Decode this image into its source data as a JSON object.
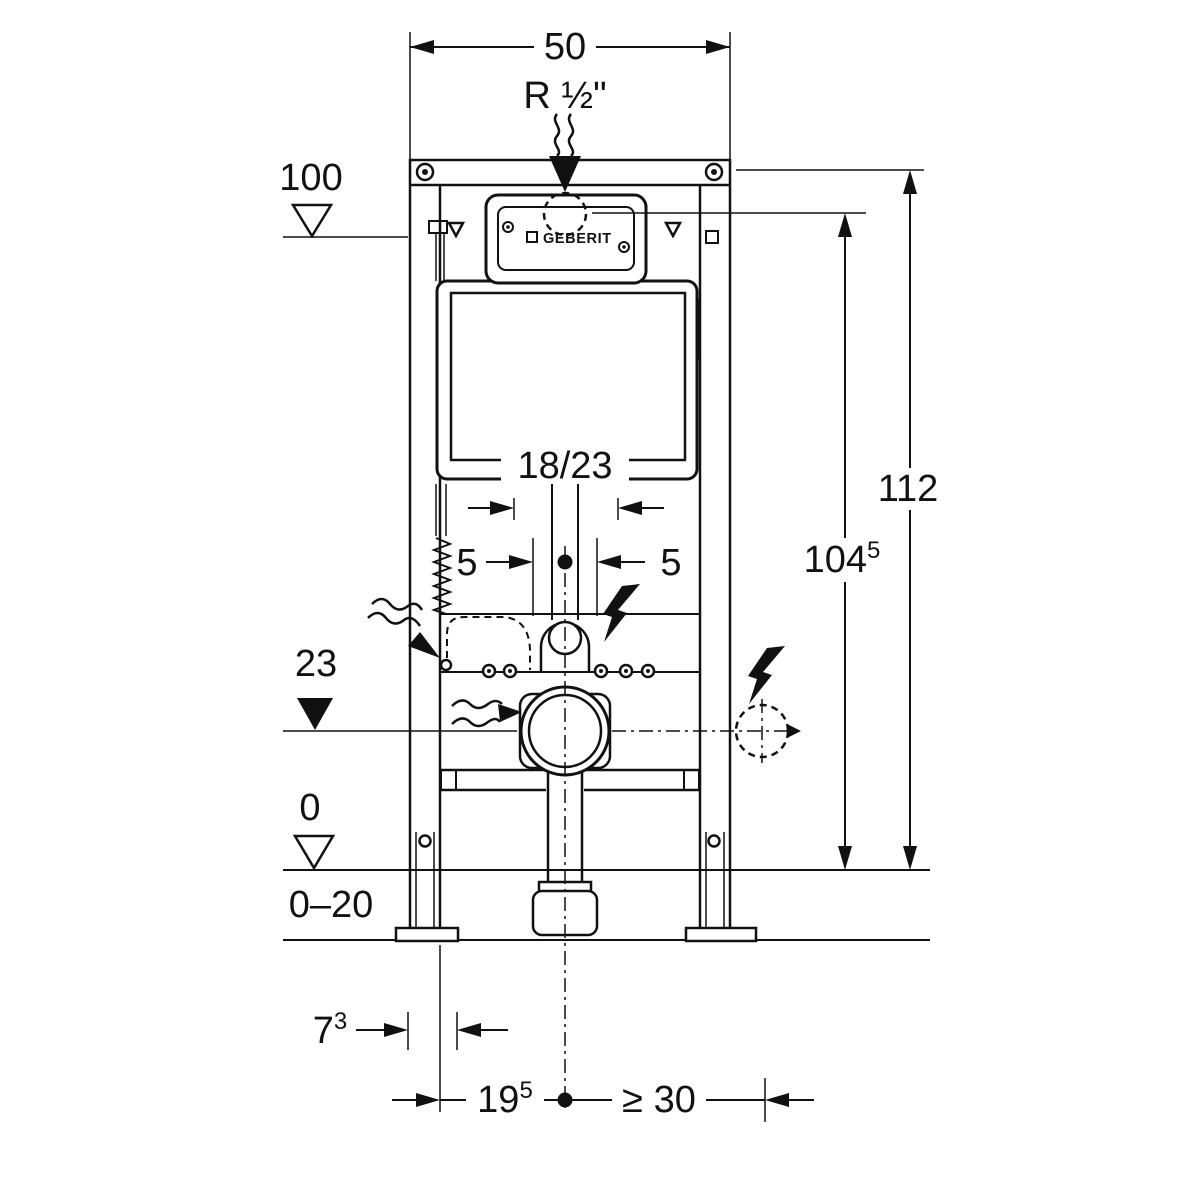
{
  "meta": {
    "type": "technical-installation-drawing",
    "background": "#ffffff",
    "line_color": "#111111"
  },
  "logo": {
    "text": "GEBERIT"
  },
  "labels": {
    "width_top": "50",
    "supply_connection": "R ½\"",
    "level_top": "100",
    "height_overall": "112",
    "height_actuation_base": "104",
    "height_actuation_sup": "5",
    "flush_bend_offset": "18/23",
    "offset_left": "5",
    "offset_right": "5",
    "level_outlet": "23",
    "level_floor": "0",
    "floor_range": "0–20",
    "depth_base": "7",
    "depth_sup": "3",
    "outlet_dist_base": "19",
    "outlet_dist_sup": "5",
    "side_clearance": "≥ 30"
  }
}
